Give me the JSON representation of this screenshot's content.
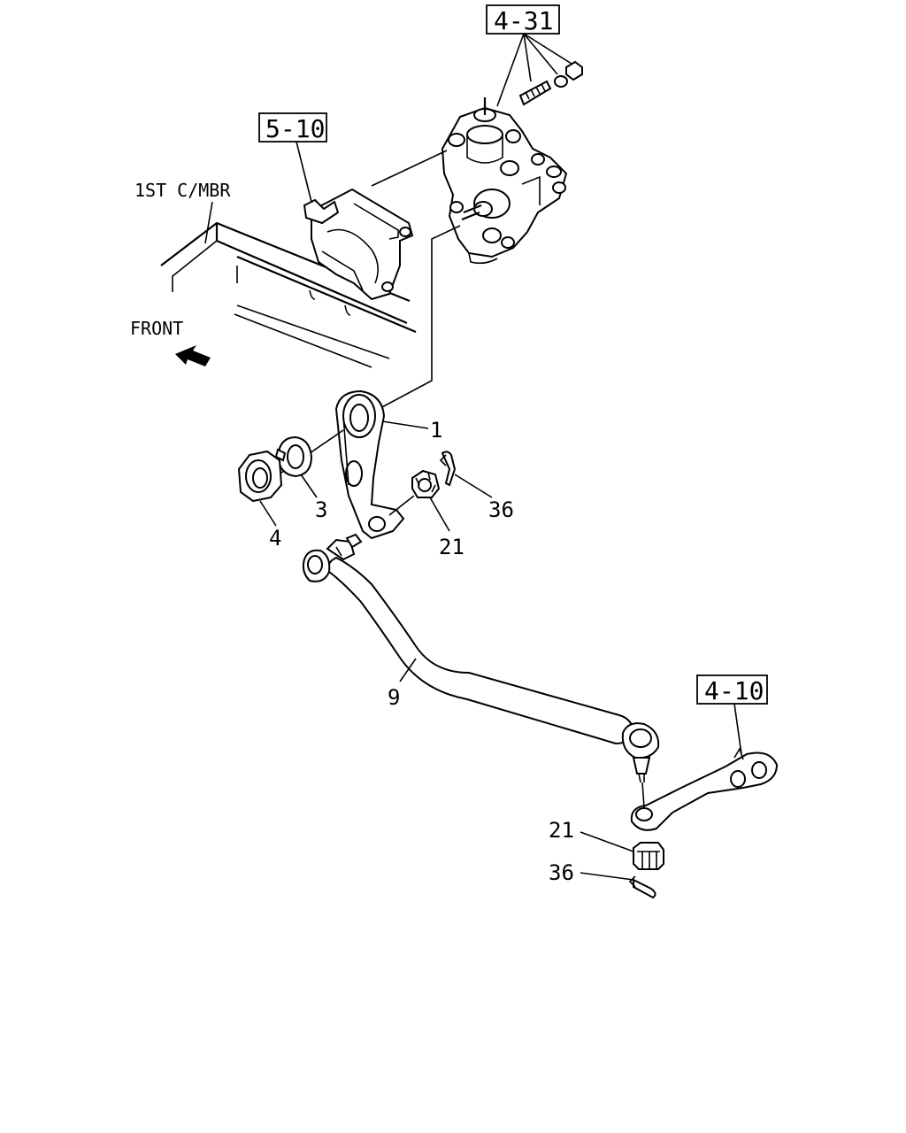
{
  "references": {
    "ref_4_31": "4-31",
    "ref_5_10": "5-10",
    "ref_4_10": "4-10"
  },
  "labels": {
    "frame": "1ST C/MBR",
    "front": "FRONT"
  },
  "callouts": {
    "part_1": "1",
    "part_3": "3",
    "part_4": "4",
    "part_9": "9",
    "part_21_upper": "21",
    "part_36_upper": "36",
    "part_21_lower": "21",
    "part_36_lower": "36"
  }
}
